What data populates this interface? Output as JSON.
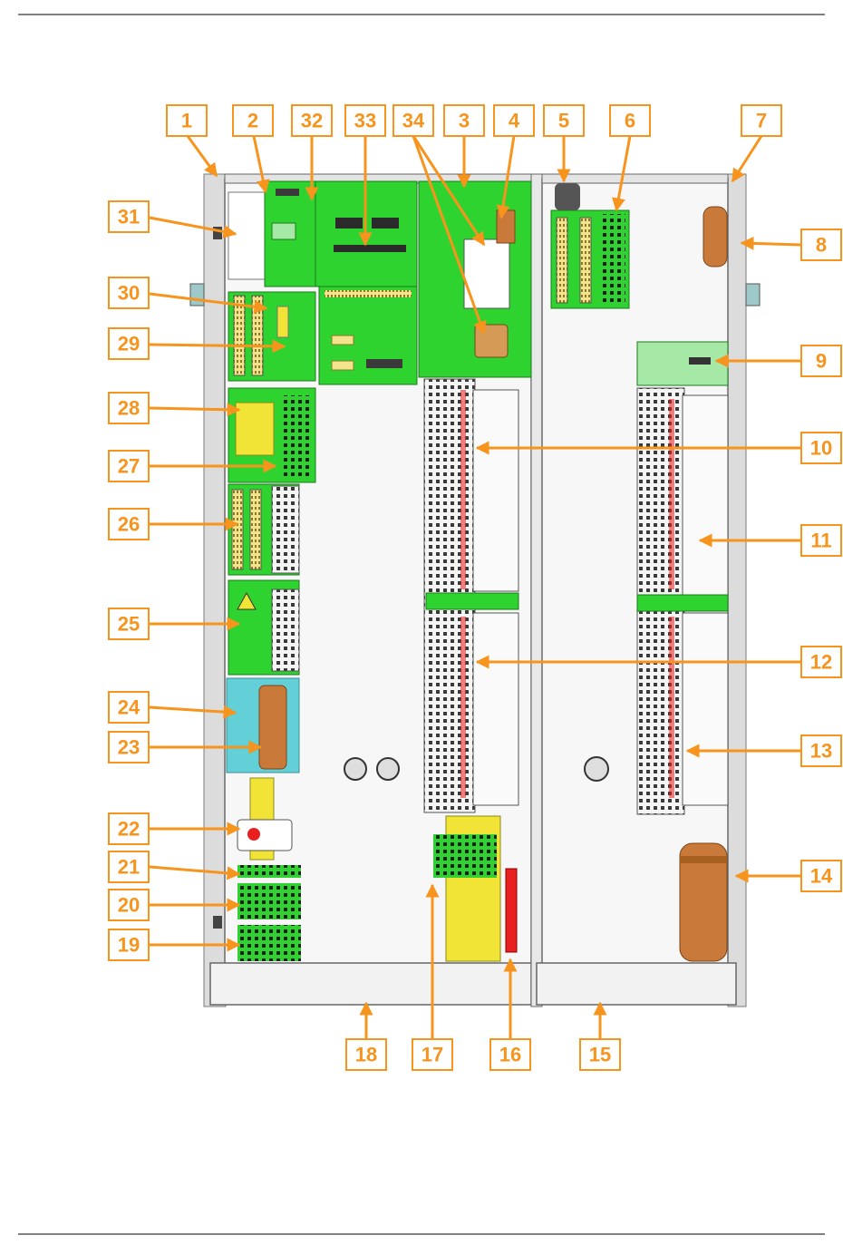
{
  "colors": {
    "callout": "#f7941d",
    "pcb_green": "#2fd32f",
    "pcb_light": "#a6e8a6",
    "transformer_yellow": "#f1e436",
    "inductor_copper": "#c97a3a",
    "cabinet_frame": "#e6e6e6",
    "fuse_red": "#e8201f",
    "insulator_cyan": "#63d0d8"
  },
  "callouts": [
    "1",
    "2",
    "32",
    "33",
    "34",
    "3",
    "4",
    "5",
    "6",
    "7",
    "31",
    "8",
    "30",
    "29",
    "9",
    "28",
    "10",
    "27",
    "26",
    "11",
    "25",
    "12",
    "24",
    "23",
    "13",
    "22",
    "21",
    "14",
    "20",
    "19",
    "18",
    "17",
    "16",
    "15"
  ]
}
